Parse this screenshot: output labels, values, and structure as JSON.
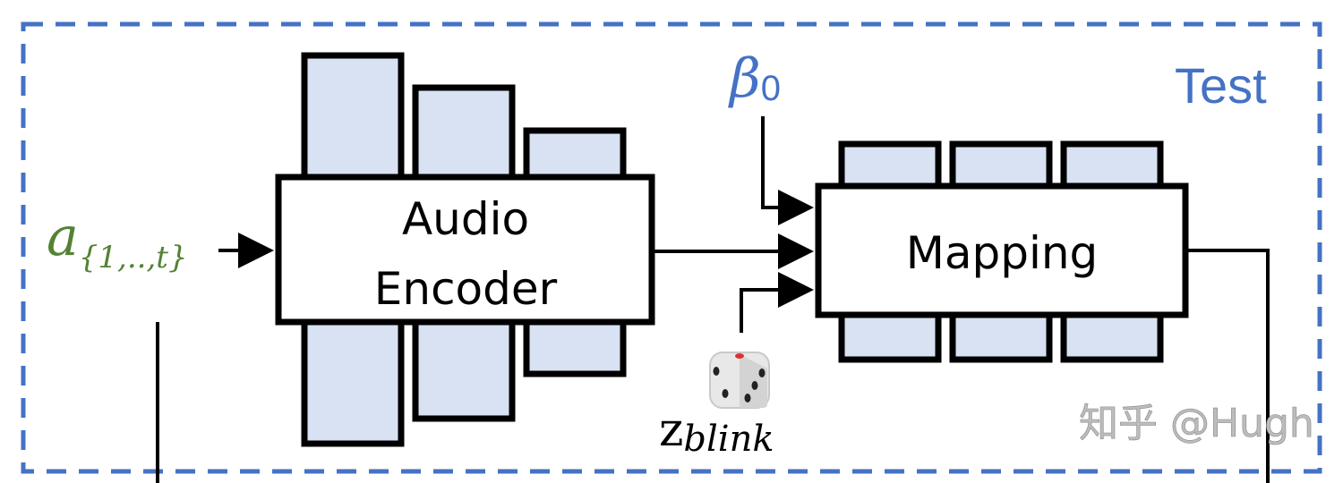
{
  "frame": {
    "label": "Test",
    "color": "#4472c4"
  },
  "input": {
    "symbol": "a",
    "subscript": "{1,..,t}",
    "color": "#548235"
  },
  "encoder": {
    "line1": "Audio",
    "line2": "Encoder",
    "fill": "#d9e2f3"
  },
  "mapping": {
    "label": "Mapping",
    "fill": "#d9e2f3"
  },
  "beta": {
    "symbol": "β",
    "subscript": "0",
    "color": "#4472c4"
  },
  "noise": {
    "symbol": "z",
    "subscript": "blink",
    "icon": "dice-icon"
  },
  "watermark": {
    "text": "知乎 @Hugh"
  }
}
